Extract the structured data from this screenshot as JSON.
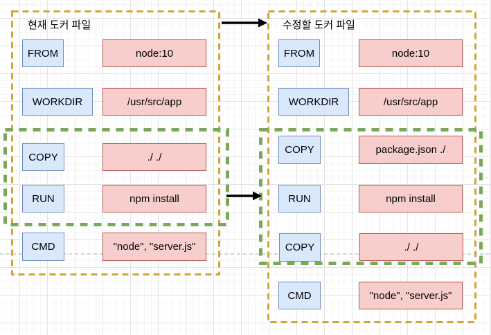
{
  "diagram": {
    "left_panel": {
      "title": "현재 도커 파일",
      "rows": [
        {
          "keyword": "FROM",
          "value": "node:10"
        },
        {
          "keyword": "WORKDIR",
          "value": "/usr/src/app"
        },
        {
          "keyword": "COPY",
          "value": "./ ./"
        },
        {
          "keyword": "RUN",
          "value": "npm install"
        },
        {
          "keyword": "CMD",
          "value": "\"node\", \"server.js\""
        }
      ]
    },
    "right_panel": {
      "title": "수정할 도커 파일",
      "rows": [
        {
          "keyword": "FROM",
          "value": "node:10"
        },
        {
          "keyword": "WORKDIR",
          "value": "/usr/src/app"
        },
        {
          "keyword": "COPY",
          "value": "package.json ./"
        },
        {
          "keyword": "RUN",
          "value": "npm install"
        },
        {
          "keyword": "COPY",
          "value": "./ ./"
        },
        {
          "keyword": "CMD",
          "value": "\"node\", \"server.js\""
        }
      ]
    },
    "arrows": [
      {
        "name": "title-transition-arrow",
        "direction": "right"
      },
      {
        "name": "highlight-transition-arrow",
        "direction": "right"
      }
    ],
    "colors": {
      "keyword_fill": "#dae8fc",
      "keyword_border": "#6c8ebf",
      "value_fill": "#f8cecc",
      "value_border": "#b85450",
      "panel_dash": "#d4a437",
      "highlight_dash": "#7ba75b",
      "arrow": "#000000",
      "pagebreak": "#b3b3b3",
      "grid_major": "#e3e3e3",
      "grid_minor": "#f5f5f5"
    }
  }
}
